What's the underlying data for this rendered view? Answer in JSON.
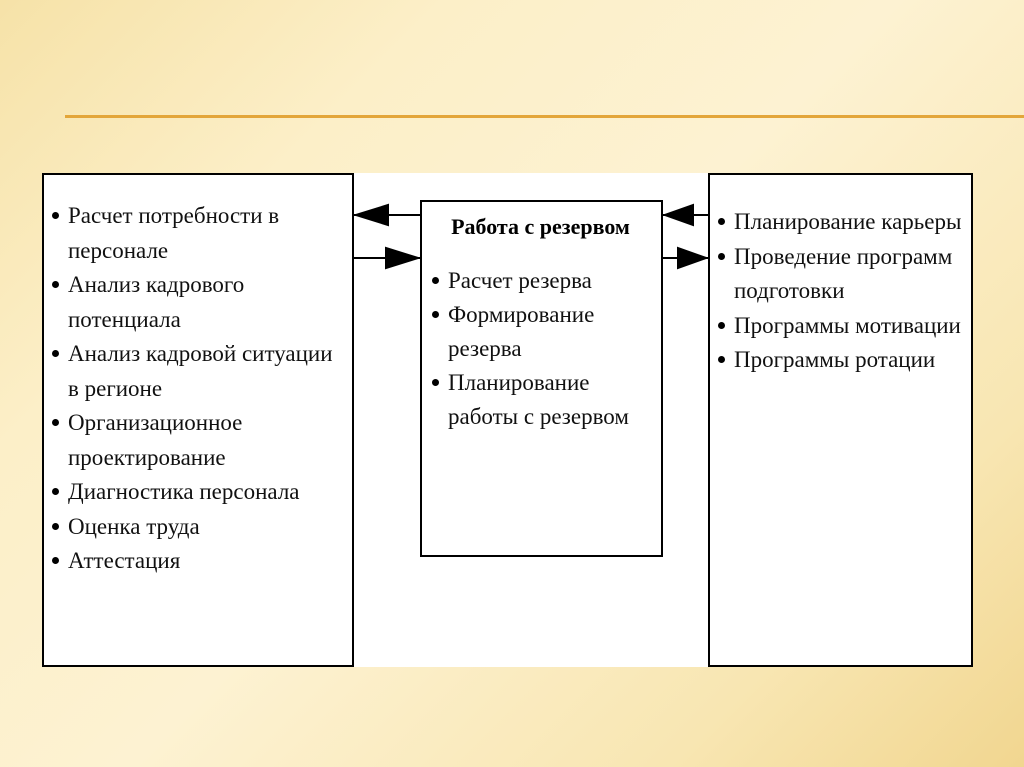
{
  "left_box": {
    "items": [
      "Расчет потребности в персонале",
      "Анализ кадрового потенциала",
      "Анализ кадровой ситуации в регионе",
      "Организационное проектирование",
      "Диагностика персонала",
      "Оценка труда",
      "Аттестация"
    ]
  },
  "center_box": {
    "title": "Работа с резервом",
    "items": [
      "Расчет резерва",
      "Формирование резерва",
      "Планирование работы с резервом"
    ]
  },
  "right_box": {
    "items": [
      "Планирование карьеры",
      "Проведение программ подготовки",
      "Программы мотивации",
      "Программы ротации"
    ]
  },
  "colors": {
    "rule": "#e3a63a",
    "background": "#fcefc8"
  }
}
